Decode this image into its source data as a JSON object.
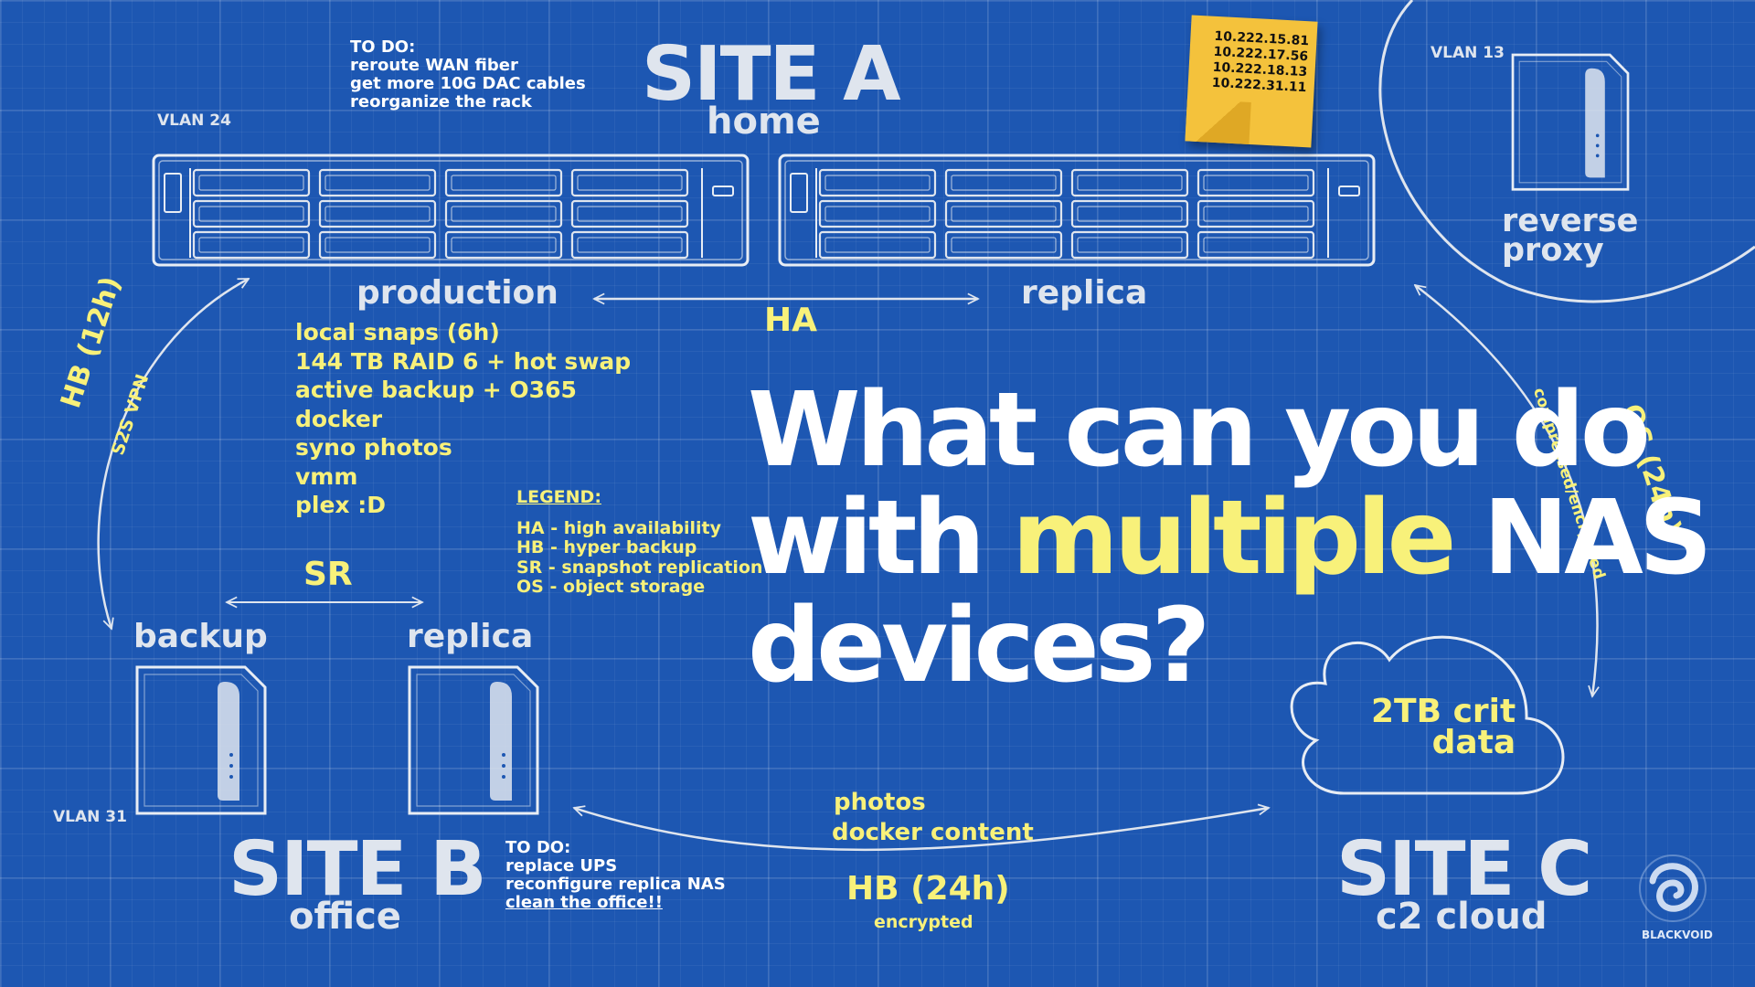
{
  "site_a": {
    "title": "SITE A",
    "subtitle": "home",
    "vlan": "VLAN 24",
    "todo": {
      "heading": "TO DO:",
      "items": [
        "reroute WAN fiber",
        "get more 10G DAC cables",
        "reorganize the rack"
      ]
    },
    "production_label": "production",
    "replica_label": "replica",
    "features": [
      "local snaps (6h)",
      "144 TB RAID 6 + hot swap",
      "active backup + O365",
      "docker",
      "syno photos",
      "vmm",
      "plex :D"
    ]
  },
  "sticky_note": {
    "ips": [
      "10.222.15.81",
      "10.222.17.56",
      "10.222.18.13",
      "10.222.31.11"
    ]
  },
  "reverse_proxy": {
    "vlan": "VLAN 13",
    "label_line1": "reverse",
    "label_line2": "proxy"
  },
  "site_b": {
    "title": "SITE B",
    "subtitle": "office",
    "vlan": "VLAN 31",
    "backup_label": "backup",
    "replica_label": "replica",
    "todo": {
      "heading": "TO DO:",
      "items": [
        "replace UPS",
        "reconfigure replica NAS",
        "clean the office!!"
      ]
    }
  },
  "site_c": {
    "title": "SITE C",
    "subtitle": "c2 cloud",
    "cloud_line1": "2TB crit",
    "cloud_line2": "data"
  },
  "links": {
    "ha": "HA",
    "hb12_main": "HB (12h)",
    "hb12_sub": "S2S VPN",
    "sr": "SR",
    "os_main": "OS (24h)",
    "os_sub": "compressed/encrypted",
    "hb24_item1": "photos",
    "hb24_item2": "docker content",
    "hb24_main": "HB (24h)",
    "hb24_sub": "encrypted"
  },
  "legend": {
    "heading": "LEGEND:",
    "items": [
      "HA - high availability",
      "HB - hyper backup",
      "SR - snapshot replication",
      "OS - object storage"
    ]
  },
  "headline": {
    "line1": "What can you do",
    "line2_pre": "with ",
    "line2_highlight": "multiple",
    "line2_post": " NAS",
    "line3": "devices?"
  },
  "brand": {
    "name": "BLACKVOID"
  },
  "colors": {
    "background": "#1d57b2",
    "yellow": "#f8f17a",
    "sketch": "#dfe5ee",
    "sticky": "#f4c23c"
  }
}
